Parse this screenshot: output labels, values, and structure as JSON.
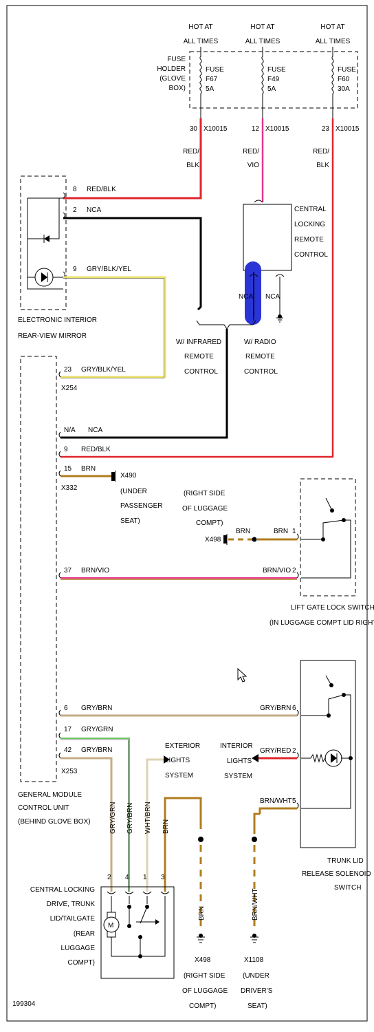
{
  "fuses": [
    {
      "hot": [
        "HOT AT",
        "ALL TIMES"
      ],
      "label": [
        "FUSE",
        "F67",
        "5A"
      ],
      "pin": "30",
      "conn": "X10015"
    },
    {
      "hot": [
        "HOT AT",
        "ALL TIMES"
      ],
      "label": [
        "FUSE",
        "F49",
        "5A"
      ],
      "pin": "12",
      "conn": "X10015"
    },
    {
      "hot": [
        "HOT AT",
        "ALL TIMES"
      ],
      "label": [
        "FUSE",
        "F60",
        "30A"
      ],
      "pin": "23",
      "conn": "X10015"
    }
  ],
  "fuse_holder": [
    "FUSE",
    "HOLDER",
    "(GLOVE",
    "BOX)"
  ],
  "fuse_wires": [
    [
      "RED/",
      "BLK"
    ],
    [
      "RED/",
      "VIO"
    ],
    [
      "RED/",
      "BLK"
    ]
  ],
  "mirror": {
    "title": [
      "ELECTRONIC INTERIOR",
      "REAR-VIEW MIRROR"
    ],
    "pins": [
      {
        "num": "8",
        "wire": "RED/BLK"
      },
      {
        "num": "2",
        "wire": "NCA"
      },
      {
        "num": "9",
        "wire": "GRY/BLK/YEL"
      }
    ]
  },
  "remote": {
    "title": [
      "CENTRAL",
      "LOCKING",
      "REMOTE",
      "CONTROL"
    ],
    "nca_left": "NCA",
    "nca_right": "NCA",
    "infrared": [
      "W/ INFRARED",
      "REMOTE",
      "CONTROL"
    ],
    "radio": [
      "W/ RADIO",
      "REMOTE",
      "CONTROL"
    ]
  },
  "gm": {
    "title": [
      "GENERAL MODULE",
      "CONTROL UNIT",
      "(BEHIND GLOVE BOX)"
    ],
    "rows": [
      {
        "num": "23",
        "wire": "GRY/BLK/YEL"
      },
      {
        "num": "N/A",
        "wire": "NCA"
      },
      {
        "num": "9",
        "wire": "RED/BLK"
      },
      {
        "num": "15",
        "wire": "BRN"
      },
      {
        "num": "37",
        "wire": "BRN/VIO"
      },
      {
        "num": "6",
        "wire": "GRY/BRN"
      },
      {
        "num": "17",
        "wire": "GRY/GRN"
      },
      {
        "num": "42",
        "wire": "GRY/BRN"
      }
    ],
    "conns": [
      "X254",
      "X332",
      "X253"
    ]
  },
  "x490": [
    "X490",
    "(UNDER",
    "PASSENGER",
    "SEAT)"
  ],
  "luggage_note": [
    "(RIGHT SIDE",
    "OF LUGGAGE",
    "COMPT)"
  ],
  "x498_inline": "X498",
  "lift_gate": {
    "title": [
      "LIFT GATE LOCK SWITCH",
      "(IN LUGGAGE COMPT LID RIGHT)"
    ],
    "wires": [
      {
        "num": "1",
        "wire": "BRN",
        "wire_left": "BRN"
      },
      {
        "num": "2",
        "wire": "BRN/VIO"
      }
    ]
  },
  "trunk": {
    "title": [
      "TRUNK LID",
      "RELEASE SOLENOID",
      "SWITCH"
    ],
    "wires": [
      {
        "num": "6",
        "wire": "GRY/BRN"
      },
      {
        "num": "2",
        "wire": "GRY/RED"
      },
      {
        "num": "5",
        "wire": "BRN/WHT"
      }
    ]
  },
  "exterior": [
    "EXTERIOR",
    "LIGHTS",
    "SYSTEM"
  ],
  "interior": [
    "INTERIOR",
    "LIGHTS",
    "SYSTEM"
  ],
  "lock_drive": {
    "title": [
      "CENTRAL LOCKING",
      "DRIVE, TRUNK",
      "LID/TAILGATE",
      "(REAR",
      "LUGGAGE",
      "COMPT)"
    ],
    "vwires": [
      {
        "label": "GRY/GRN",
        "pin": "2"
      },
      {
        "label": "GRY/BRN",
        "pin": "4"
      },
      {
        "label": "WHT/BRN",
        "pin": "1"
      },
      {
        "label": "BRN",
        "pin": "3"
      }
    ],
    "motor": "M"
  },
  "ground1": {
    "wire": "BRN",
    "label": [
      "X498",
      "(RIGHT SIDE",
      "OF LUGGAGE",
      "COMPT)"
    ]
  },
  "ground2": {
    "wire": "BRN/WHT",
    "label": [
      "X1108",
      "(UNDER",
      "DRIVER'S",
      "SEAT)"
    ]
  },
  "fig_id": "199304",
  "colors": {
    "red": "#e0252b",
    "black": "#000000",
    "pink": "#e8368f",
    "yellow": "#ece26a",
    "brown": "#b07d1e",
    "grybrn": "#c4ac86",
    "green": "#68c760",
    "wht": "#ddd3b0",
    "highlight": "#2b35d6"
  }
}
